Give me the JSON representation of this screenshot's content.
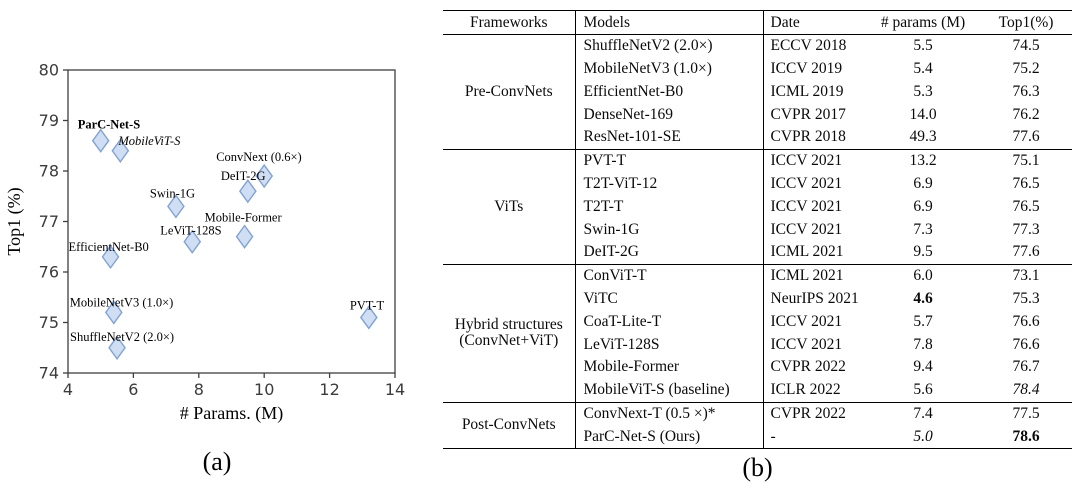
{
  "figure": {
    "caption_a": "(a)",
    "caption_b": "(b)"
  },
  "chart_data": {
    "type": "scatter",
    "title": "",
    "xlabel": "# Params. (M)",
    "ylabel": "Top1 (%)",
    "xlim": [
      4,
      14
    ],
    "ylim": [
      74,
      80
    ],
    "xticks": [
      4,
      6,
      8,
      10,
      12,
      14
    ],
    "yticks": [
      74,
      75,
      76,
      77,
      78,
      79,
      80
    ],
    "grid": false,
    "legend": "none",
    "marker": "diamond",
    "marker_fill": "#cfdef2",
    "marker_stroke": "#82a2d4",
    "points": [
      {
        "label": "ParC-Net-S",
        "x": 5.0,
        "y": 78.6,
        "label_style": "bold",
        "label_offset": [
          -23,
          -12
        ]
      },
      {
        "label": "MobileViT-S",
        "x": 5.6,
        "y": 78.4,
        "label_style": "italic",
        "label_offset": [
          -2,
          -6
        ]
      },
      {
        "label": "ConvNext (0.6×)",
        "x": 10.0,
        "y": 77.9,
        "label_style": "",
        "label_offset": [
          -48,
          -15
        ]
      },
      {
        "label": "DeIT-2G",
        "x": 9.5,
        "y": 77.6,
        "label_style": "",
        "label_offset": [
          -27,
          -11
        ]
      },
      {
        "label": "Swin-1G",
        "x": 7.3,
        "y": 77.3,
        "label_style": "",
        "label_offset": [
          -26,
          -9
        ]
      },
      {
        "label": "Mobile-Former",
        "x": 9.4,
        "y": 76.7,
        "label_style": "",
        "label_offset": [
          -40,
          -15
        ]
      },
      {
        "label": "LeViT-128S",
        "x": 7.8,
        "y": 76.6,
        "label_style": "",
        "label_offset": [
          -32,
          -7
        ]
      },
      {
        "label": "EfficientNet-B0",
        "x": 5.3,
        "y": 76.3,
        "label_style": "",
        "label_offset": [
          -42,
          -6
        ]
      },
      {
        "label": "MobileNetV3 (1.0×)",
        "x": 5.4,
        "y": 75.2,
        "label_style": "",
        "label_offset": [
          -44,
          -6
        ]
      },
      {
        "label": "ShuffleNetV2 (2.0×)",
        "x": 5.5,
        "y": 74.5,
        "label_style": "",
        "label_offset": [
          -47,
          -7
        ]
      },
      {
        "label": "PVT-T",
        "x": 13.2,
        "y": 75.1,
        "label_style": "",
        "label_offset": [
          -19,
          -8
        ]
      }
    ]
  },
  "table": {
    "columns": [
      "Frameworks",
      "Models",
      "Date",
      "# params (M)",
      "Top1(%)"
    ],
    "sections": [
      {
        "framework": "Pre-ConvNets",
        "rows": [
          {
            "model": "ShuffleNetV2 (2.0×)",
            "date": "ECCV 2018",
            "params": "5.5",
            "top1": "74.5"
          },
          {
            "model": "MobileNetV3 (1.0×)",
            "date": "ICCV 2019",
            "params": "5.4",
            "top1": "75.2"
          },
          {
            "model": "EfficientNet-B0",
            "date": "ICML 2019",
            "params": "5.3",
            "top1": "76.3"
          },
          {
            "model": "DenseNet-169",
            "date": "CVPR 2017",
            "params": "14.0",
            "top1": "76.2"
          },
          {
            "model": "ResNet-101-SE",
            "date": "CVPR 2018",
            "params": "49.3",
            "top1": "77.6"
          }
        ]
      },
      {
        "framework": "ViTs",
        "rows": [
          {
            "model": "PVT-T",
            "date": "ICCV 2021",
            "params": "13.2",
            "top1": "75.1"
          },
          {
            "model": "T2T-ViT-12",
            "date": "ICCV 2021",
            "params": "6.9",
            "top1": "76.5"
          },
          {
            "model": "T2T-T",
            "date": "ICCV 2021",
            "params": "6.9",
            "top1": "76.5"
          },
          {
            "model": "Swin-1G",
            "date": "ICCV 2021",
            "params": "7.3",
            "top1": "77.3"
          },
          {
            "model": "DeIT-2G",
            "date": "ICML 2021",
            "params": "9.5",
            "top1": "77.6"
          }
        ]
      },
      {
        "framework": "Hybrid structures\n(ConvNet+ViT)",
        "rows": [
          {
            "model": "ConViT-T",
            "date": "ICML 2021",
            "params": "6.0",
            "top1": "73.1"
          },
          {
            "model": "ViTC",
            "date": "NeurIPS 2021",
            "params": "4.6",
            "params_style": "bold",
            "top1": "75.3"
          },
          {
            "model": "CoaT-Lite-T",
            "date": "ICCV 2021",
            "params": "5.7",
            "top1": "76.6"
          },
          {
            "model": "LeViT-128S",
            "date": "ICCV 2021",
            "params": "7.8",
            "top1": "76.6"
          },
          {
            "model": "Mobile-Former",
            "date": "CVPR 2022",
            "params": "9.4",
            "top1": "76.7"
          },
          {
            "model": "MobileViT-S (baseline)",
            "date": "ICLR 2022",
            "params": "5.6",
            "top1": "78.4",
            "top1_style": "italic"
          }
        ]
      },
      {
        "framework": "Post-ConvNets",
        "rows": [
          {
            "model": "ConvNext-T (0.5 ×)*",
            "date": "CVPR 2022",
            "params": "7.4",
            "top1": "77.5"
          },
          {
            "model": "ParC-Net-S  (Ours)",
            "date": "-",
            "params": "5.0",
            "params_style": "italic",
            "top1": "78.6",
            "top1_style": "bold"
          }
        ]
      }
    ]
  }
}
